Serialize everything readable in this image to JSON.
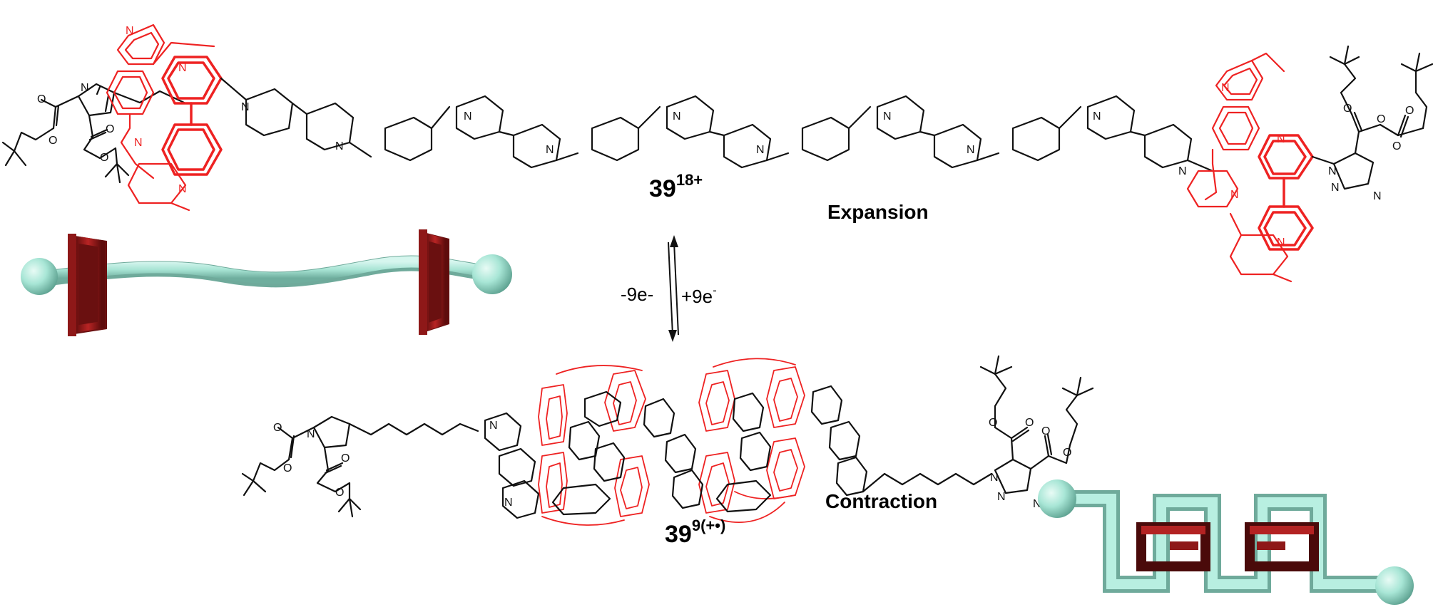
{
  "labels": {
    "compound_expanded_number": "39",
    "compound_expanded_charge": "18+",
    "compound_contracted_number": "39",
    "compound_contracted_charge": "9(+•)",
    "state_expanded": "Expansion",
    "state_contracted": "Contraction",
    "reduction_left": "-9e-",
    "oxidation_number": "+9e",
    "oxidation_superscript": "-"
  },
  "atom_symbols": {
    "nitrogen": "N",
    "oxygen": "O",
    "plus": "+",
    "radical_plus": "+•"
  },
  "colors": {
    "ring_red": "#ee2222",
    "bond_black": "#111111",
    "axle_cyan": "#aeeadc",
    "axle_dark": "#6fb7a6",
    "ring_dark_red": "#7a1414",
    "ring_mid_red": "#b32222"
  }
}
